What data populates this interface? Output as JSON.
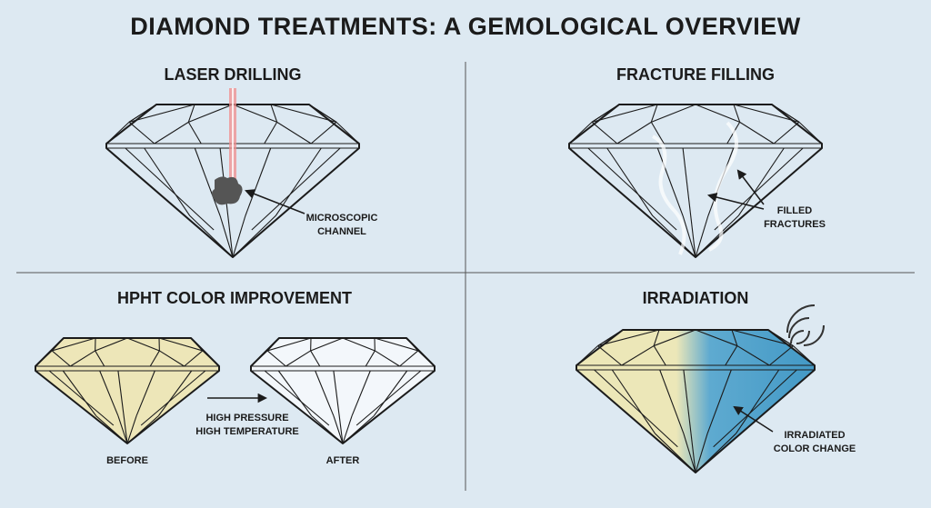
{
  "title": "DIAMOND TREATMENTS: A GEMOLOGICAL OVERVIEW",
  "panels": {
    "laser": {
      "heading": "LASER DRILLING",
      "label1": "MICROSCOPIC",
      "label2": "CHANNEL"
    },
    "fracture": {
      "heading": "FRACTURE FILLING",
      "label1": "FILLED",
      "label2": "FRACTURES"
    },
    "hpht": {
      "heading": "HPHT COLOR IMPROVEMENT",
      "label1": "HIGH PRESSURE",
      "label2": "HIGH TEMPERATURE",
      "before": "BEFORE",
      "after": "AFTER"
    },
    "irradiation": {
      "heading": "IRRADIATION",
      "label1": "IRRADIATED",
      "label2": "COLOR CHANGE"
    }
  },
  "colors": {
    "background": "#dde9f2",
    "line": "#1b1b1b",
    "yellow": "#ede6b8",
    "blue": "#4a9fc9",
    "laser": "#ef6f6f"
  }
}
